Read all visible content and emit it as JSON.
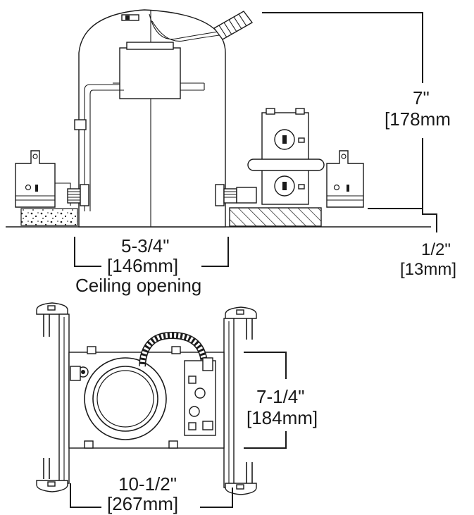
{
  "side_view": {
    "height_in": "7\"",
    "height_mm": "[178mm",
    "ceiling_opening_in": "5-3/4\"",
    "ceiling_opening_mm": "[146mm]",
    "ceiling_opening_label": "Ceiling opening",
    "ceiling_thickness_in": "1/2\"",
    "ceiling_thickness_mm": "[13mm]"
  },
  "top_view": {
    "depth_in": "7-1/4\"",
    "depth_mm": "[184mm]",
    "length_in": "10-1/2\"",
    "length_mm": "[267mm]"
  },
  "colors": {
    "line": "#1a1a1a",
    "background": "#ffffff"
  }
}
